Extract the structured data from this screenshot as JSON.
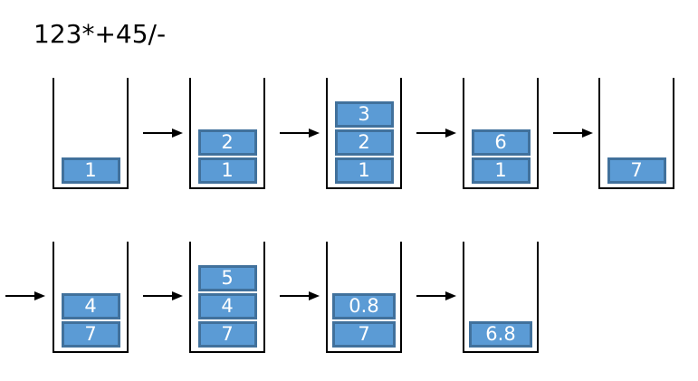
{
  "page": {
    "title": "123*+45/-",
    "background_color": "#ffffff",
    "box_fill_color": "#5b9bd5",
    "box_border_color": "#41719c",
    "box_text_color": "#ffffff",
    "container_border_color": "#000000",
    "arrow_color": "#000000"
  },
  "rows": [
    {
      "row_index": 1,
      "leading_arrow": false,
      "stacks": [
        {
          "step": 1,
          "cells": [
            "1"
          ]
        },
        {
          "step": 2,
          "cells": [
            "2",
            "1"
          ]
        },
        {
          "step": 3,
          "cells": [
            "3",
            "2",
            "1"
          ]
        },
        {
          "step": 4,
          "cells": [
            "6",
            "1"
          ]
        },
        {
          "step": 5,
          "cells": [
            "7"
          ]
        }
      ],
      "arrows": 5
    },
    {
      "row_index": 2,
      "leading_arrow": true,
      "stacks": [
        {
          "step": 6,
          "cells": [
            "4",
            "7"
          ]
        },
        {
          "step": 7,
          "cells": [
            "5",
            "4",
            "7"
          ]
        },
        {
          "step": 8,
          "cells": [
            "0.8",
            "7"
          ]
        },
        {
          "step": 9,
          "cells": [
            "6.8"
          ]
        }
      ],
      "arrows": 4
    }
  ],
  "icons": {
    "arrow_right": "arrow-right-icon"
  }
}
